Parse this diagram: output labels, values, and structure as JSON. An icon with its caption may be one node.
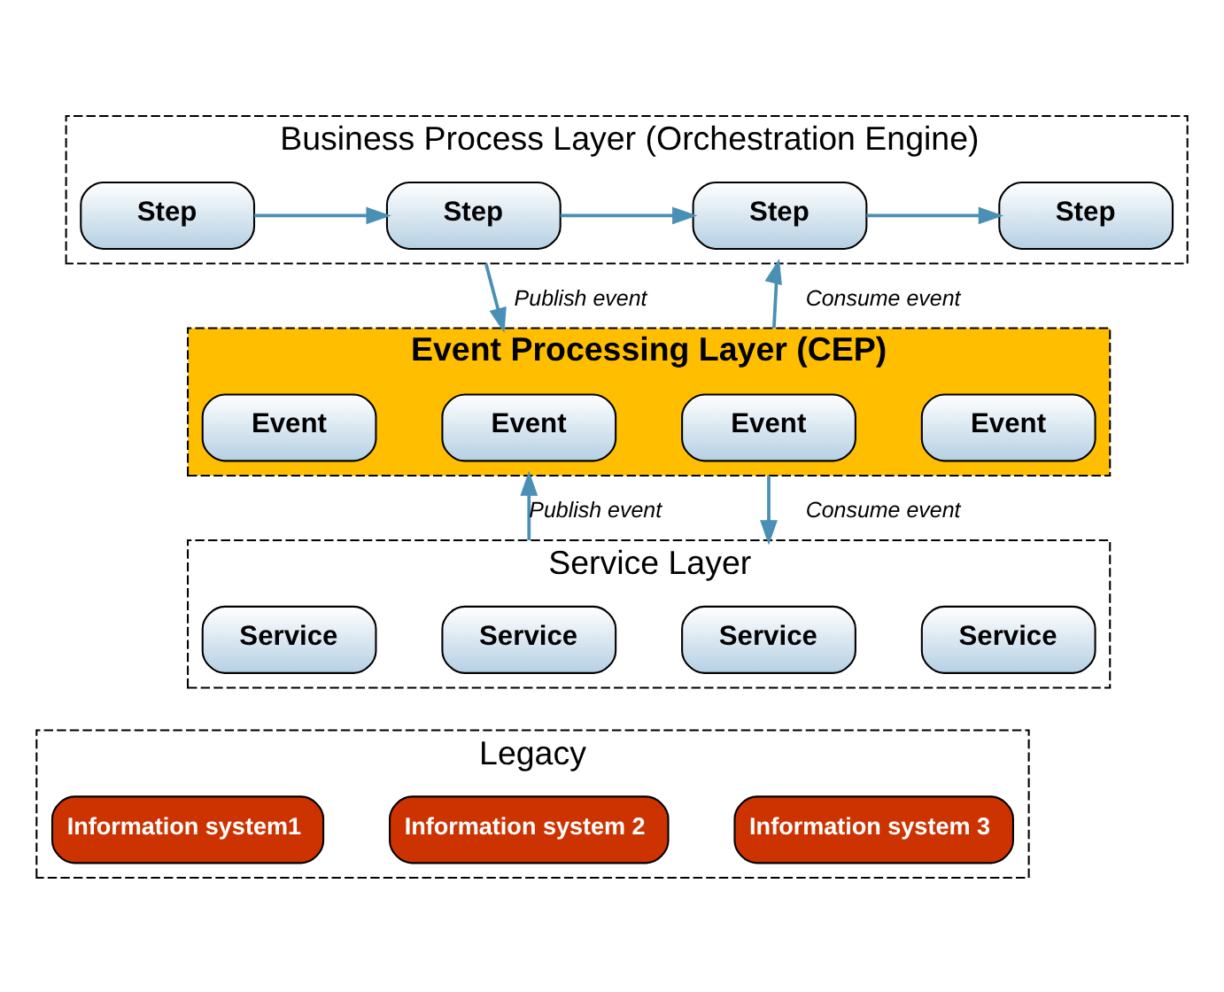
{
  "diagram": {
    "nodes": [
      {
        "text": [
          "Business Process Layer (Orchestration Engine)"
        ]
      },
      {
        "text": [
          "Step"
        ],
        "in": 0
      },
      {
        "text": [
          "Step"
        ],
        "in": 0
      },
      {
        "text": [
          "Step"
        ],
        "in": 0
      },
      {
        "text": [
          "Step"
        ],
        "in": 0
      },
      {
        "text": [
          "Event Processing Layer (CEP)"
        ]
      },
      {
        "text": [
          "Event"
        ],
        "in": 5
      },
      {
        "text": [
          "Event"
        ],
        "in": 5
      },
      {
        "text": [
          "Event"
        ],
        "in": 5
      },
      {
        "text": [
          "Event"
        ],
        "in": 5
      },
      {
        "text": [
          "Service Layer"
        ]
      },
      {
        "text": [
          "Service"
        ],
        "in": 10
      },
      {
        "text": [
          "Service"
        ],
        "in": 10
      },
      {
        "text": [
          "Service"
        ],
        "in": 10
      },
      {
        "text": [
          "Service"
        ],
        "in": 10
      },
      {
        "text": [
          "Legacy"
        ]
      },
      {
        "text": [
          "Information system1"
        ],
        "in": 15
      },
      {
        "text": [
          "Information system 2"
        ],
        "in": 15
      },
      {
        "text": [
          "Information system 3"
        ],
        "in": 15
      }
    ],
    "edges": [
      {
        "from": 1,
        "to": 2,
        "arrow": "to"
      },
      {
        "from": 2,
        "to": 3,
        "arrow": "to"
      },
      {
        "from": 3,
        "to": 4,
        "arrow": "to"
      },
      {
        "from": 0,
        "to": 5,
        "arrow": "to",
        "label": "Publish event"
      },
      {
        "from": 5,
        "to": 0,
        "arrow": "to",
        "label": "Consume event"
      },
      {
        "from": 10,
        "to": 5,
        "arrow": "to",
        "label": "Publish event"
      },
      {
        "from": 5,
        "to": 10,
        "arrow": "to",
        "label": "Consume event"
      }
    ]
  }
}
